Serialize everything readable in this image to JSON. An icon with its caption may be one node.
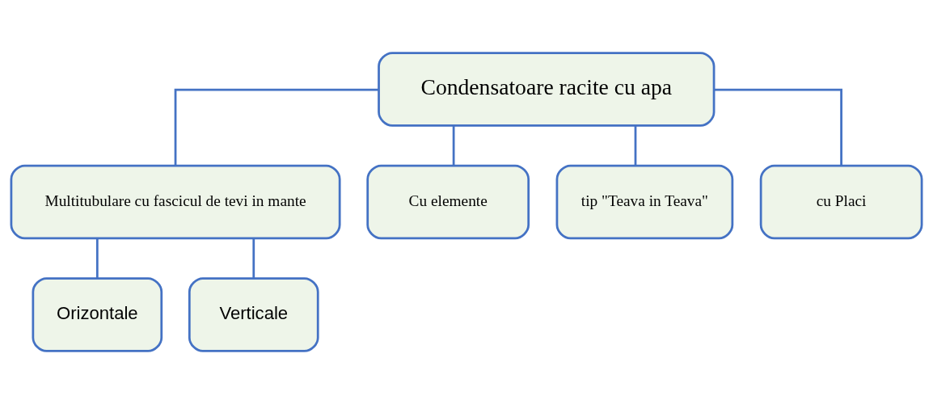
{
  "diagram": {
    "nodes": [
      {
        "text": [
          "Condensatoare racite cu apa"
        ]
      },
      {
        "text": [
          "Multitubulare cu fascicul de tevi in mante"
        ]
      },
      {
        "text": [
          "Cu elemente"
        ]
      },
      {
        "text": [
          "tip \"Teava in Teava\""
        ]
      },
      {
        "text": [
          "cu Placi"
        ]
      },
      {
        "text": [
          "Orizontale"
        ]
      },
      {
        "text": [
          "Verticale"
        ]
      }
    ],
    "edges": [
      {
        "from": 0,
        "to": 1,
        "arrow": "none"
      },
      {
        "from": 0,
        "to": 2,
        "arrow": "none"
      },
      {
        "from": 0,
        "to": 3,
        "arrow": "none"
      },
      {
        "from": 0,
        "to": 4,
        "arrow": "none"
      },
      {
        "from": 1,
        "to": 5,
        "arrow": "none"
      },
      {
        "from": 1,
        "to": 6,
        "arrow": "none"
      }
    ]
  }
}
